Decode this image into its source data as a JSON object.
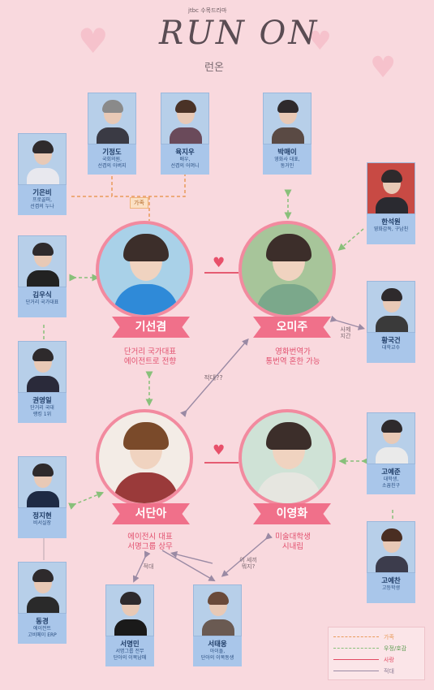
{
  "header": {
    "network": "jtbc 수목드라마",
    "logo": "RUN ON",
    "logo_sub": "런온"
  },
  "main": [
    {
      "name": "기선겸",
      "desc1": "단거리 국가대표",
      "desc2": "에이전트로 전향"
    },
    {
      "name": "오미주",
      "desc1": "영화번역가",
      "desc2": "통번역 혼한 가능"
    },
    {
      "name": "서단아",
      "desc1": "에이전시 대표",
      "desc2": "서명그룹 상무"
    },
    {
      "name": "이영화",
      "desc1": "미술대학생",
      "desc2": "시내립"
    }
  ],
  "cards": [
    {
      "name": "기정도",
      "desc1": "국회의원,",
      "desc2": "선겸의 아버지"
    },
    {
      "name": "육지우",
      "desc1": "배우,",
      "desc2": "선겸의 어머니"
    },
    {
      "name": "박매이",
      "desc1": "영화사 대표,",
      "desc2": "동거인"
    },
    {
      "name": "기은비",
      "desc1": "프로골퍼,",
      "desc2": "선겸의 누나"
    },
    {
      "name": "한석원",
      "desc1": "영화감독, 구남친",
      "desc2": ""
    },
    {
      "name": "김우식",
      "desc1": "단거리 국가대표",
      "desc2": ""
    },
    {
      "name": "황국건",
      "desc1": "대학교수",
      "desc2": ""
    },
    {
      "name": "권영일",
      "desc1": "단거리 국대",
      "desc2": "랭킹 1위"
    },
    {
      "name": "고예준",
      "desc1": "대학생,",
      "desc2": "소꿉친구"
    },
    {
      "name": "정지현",
      "desc1": "비서실장",
      "desc2": ""
    },
    {
      "name": "고예찬",
      "desc1": "고등학생",
      "desc2": ""
    },
    {
      "name": "동경",
      "desc1": "에이전트",
      "desc2": "고비메이 ERP"
    },
    {
      "name": "서명민",
      "desc1": "서명그룹 전무",
      "desc2": "단아의 이복남매"
    },
    {
      "name": "서태웅",
      "desc1": "아이돌,",
      "desc2": "단아의 이복동생"
    }
  ],
  "relations": {
    "family": "가족",
    "teacher": "사제",
    "teacher2": "지간",
    "rival": "적대??",
    "rival2": "적대",
    "what1": "이 세끼",
    "what2": "뭐지?"
  },
  "legend": [
    {
      "label": "가족",
      "color": "#e99a5a"
    },
    {
      "label": "우정/호감",
      "color": "#88c07a"
    },
    {
      "label": "사랑",
      "color": "#e24a63"
    },
    {
      "label": "적대",
      "color": "#9a8aa4"
    }
  ]
}
